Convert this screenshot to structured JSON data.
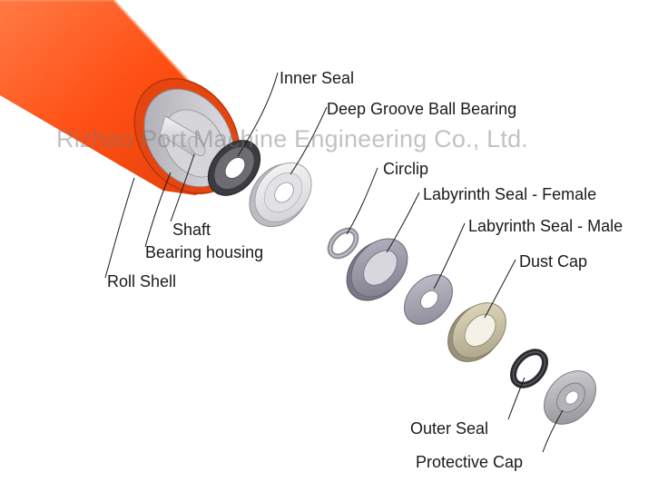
{
  "watermark": "Rizhao Port Machine Engineering Co., Ltd.",
  "labels": {
    "inner_seal": "Inner Seal",
    "deep_groove_ball_bearing": "Deep Groove Ball Bearing",
    "circlip": "Circlip",
    "labyrinth_seal_female": "Labyrinth Seal - Female",
    "labyrinth_seal_male": "Labyrinth Seal - Male",
    "dust_cap": "Dust Cap",
    "shaft": "Shaft",
    "bearing_housing": "Bearing housing",
    "roll_shell": "Roll Shell",
    "outer_seal": "Outer Seal",
    "protective_cap": "Protective Cap"
  },
  "colors": {
    "roll_shell": "#ff5a1f",
    "bearing_housing": "#c8c8cc",
    "inner_seal": "#4a4a4e",
    "bearing": "#e8e8ea",
    "labyrinth_female": "#9a98a6",
    "labyrinth_male": "#a3a1ad",
    "dust_cap": "#cbc4a8",
    "outer_seal": "#2f2f33",
    "protective_cap": "#a9a9ad"
  }
}
